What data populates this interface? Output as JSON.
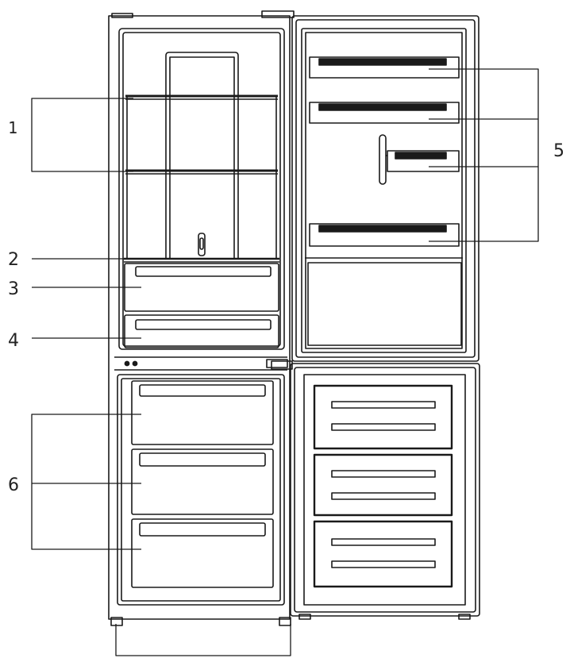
{
  "colors": {
    "line": "#1a1a1a",
    "background": "#ffffff"
  },
  "callouts": {
    "c1": "1",
    "c2": "2",
    "c3": "3",
    "c4": "4",
    "c5": "5",
    "c6": "6"
  }
}
